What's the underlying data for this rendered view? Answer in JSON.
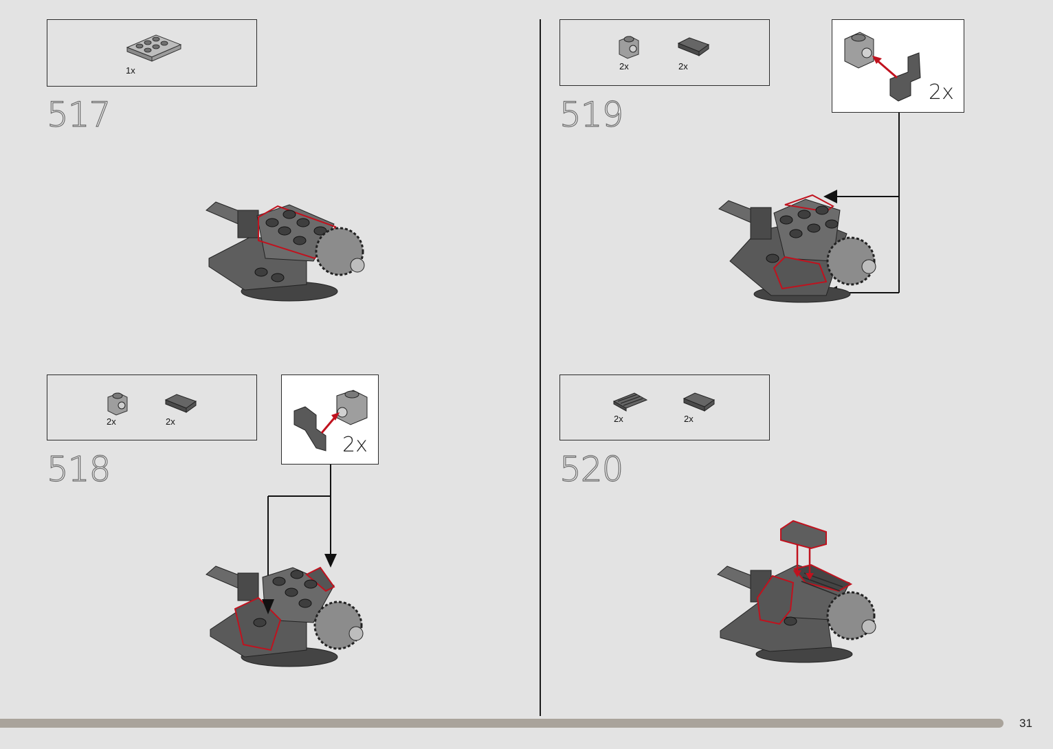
{
  "page": {
    "number": "31"
  },
  "colors": {
    "background": "#e3e3e3",
    "highlight": "#c0121e",
    "part_dark": "#5a5a5a",
    "part_light": "#a8a8a8",
    "progress": "#a9a39b"
  },
  "steps": [
    {
      "number": "517",
      "parts": [
        {
          "icon": "plate-2x3-light-gray-icon",
          "qty": "1x"
        }
      ]
    },
    {
      "number": "518",
      "parts": [
        {
          "icon": "brick-1x1-stud-side-icon",
          "qty": "2x"
        },
        {
          "icon": "wedge-plate-dark-gray-icon",
          "qty": "2x"
        }
      ],
      "callout": {
        "qty": "2x"
      }
    },
    {
      "number": "519",
      "parts": [
        {
          "icon": "brick-1x1-stud-side-icon",
          "qty": "2x"
        },
        {
          "icon": "wedge-plate-dark-gray-icon",
          "qty": "2x"
        }
      ],
      "callout": {
        "qty": "2x"
      }
    },
    {
      "number": "520",
      "parts": [
        {
          "icon": "grille-tile-dark-gray-icon",
          "qty": "2x"
        },
        {
          "icon": "wedge-plate-dark-gray-icon",
          "qty": "2x"
        }
      ]
    }
  ]
}
